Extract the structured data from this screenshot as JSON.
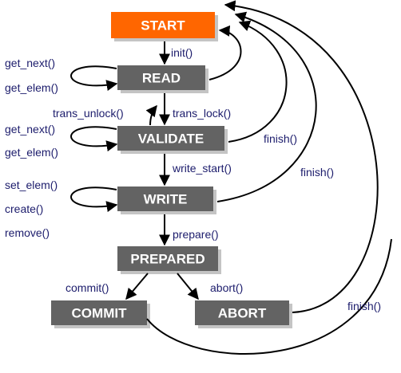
{
  "states": {
    "start": "START",
    "read": "READ",
    "validate": "VALIDATE",
    "write": "WRITE",
    "prepared": "PREPARED",
    "commit": "COMMIT",
    "abort": "ABORT"
  },
  "transitions": {
    "init": "init()",
    "trans_lock": "trans_lock()",
    "trans_unlock": "trans_unlock()",
    "write_start": "write_start()",
    "prepare": "prepare()",
    "commit": "commit()",
    "abort": "abort()",
    "finish_validate": "finish()",
    "finish_write": "finish()",
    "finish_abort": "finish()"
  },
  "read_loop": [
    "get_next()",
    "get_elem()"
  ],
  "validate_loop": [
    "get_next()",
    "get_elem()"
  ],
  "write_loop": [
    "set_elem()",
    "create()",
    "remove()"
  ],
  "colors": {
    "start": "#ff6600",
    "state": "#636363",
    "shadow": "#c4c4c4",
    "label": "#1c1c6c"
  }
}
